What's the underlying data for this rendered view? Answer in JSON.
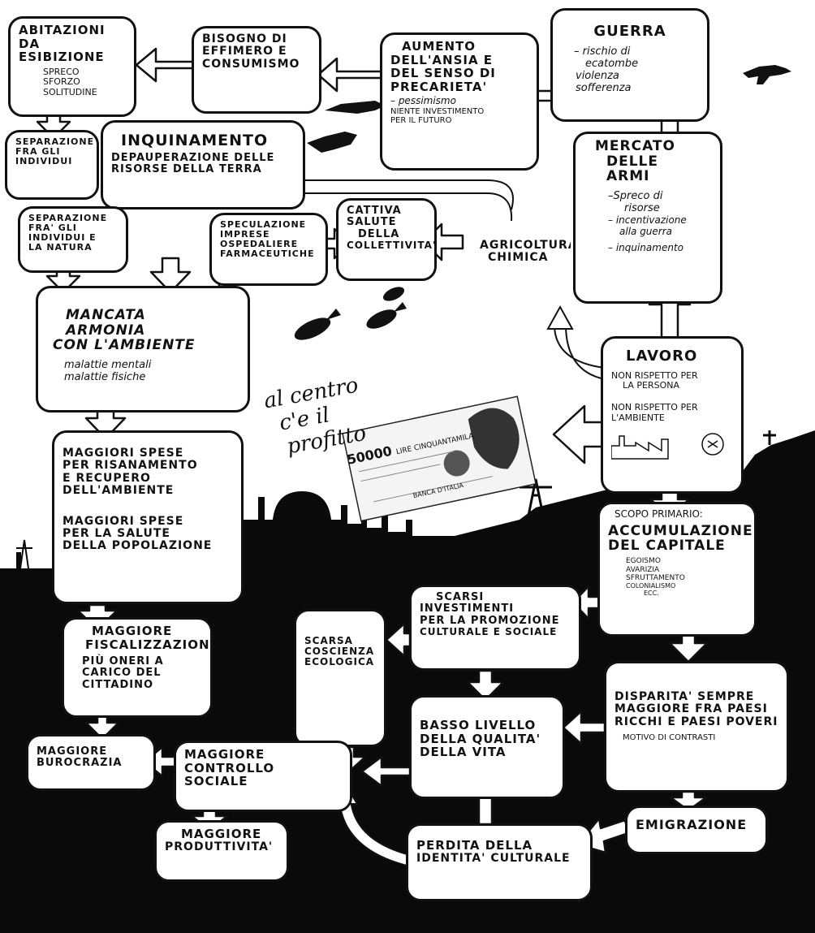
{
  "boxes": {
    "abitazioni": {
      "title_1": "ABITAZIONI DA",
      "title_2": "ESIBIZIONE",
      "items": [
        "SPRECO",
        "SFORZO",
        "SOLITUDINE"
      ]
    },
    "bisogno": {
      "title_1": "BISOGNO DI",
      "title_2": "EFFIMERO E",
      "title_3": "CONSUMISMO"
    },
    "ansia": {
      "title_1": "AUMENTO",
      "title_2": "DELL'ANSIA E",
      "title_3": "DEL SENSO DI",
      "title_4": "PRECARIETA'",
      "item_1": "– pessimismo",
      "item_2": "NIENTE INVESTIMENTO",
      "item_3": "PER IL FUTURO"
    },
    "guerra": {
      "title": "GUERRA",
      "item_1": "– rischio di",
      "item_2": "ecatombe",
      "item_3": "violenza",
      "item_4": "sofferenza"
    },
    "separazione_individui": {
      "line_1": "SEPARAZIONE",
      "line_2": "FRA GLI",
      "line_3": "INDIVIDUI"
    },
    "inquinamento": {
      "title": "INQUINAMENTO",
      "line_1": "DEPAUPERAZIONE DELLE",
      "line_2": "RISORSE DELLA TERRA"
    },
    "mercato": {
      "title_1": "MERCATO",
      "title_2": "DELLE",
      "title_3": "ARMI",
      "items": [
        "–Spreco di",
        "risorse",
        "– incentivazione",
        "alla guerra",
        "– inquinamento"
      ]
    },
    "separazione_natura": {
      "line_1": "SEPARAZIONE",
      "line_2": "FRA' GLI",
      "line_3": "INDIVIDUI E",
      "line_4": "LA NATURA"
    },
    "speculazione": {
      "line_1": "SPECULAZIONE",
      "line_2": "IMPRESE",
      "line_3": "OSPEDALIERE",
      "line_4": "FARMACEUTICHE"
    },
    "cattiva_salute": {
      "line_1": "CATTIVA",
      "line_2": "SALUTE",
      "line_3": "DELLA",
      "line_4": "COLLETTIVITA'"
    },
    "agricoltura": {
      "line_1": "AGRICOLTURA",
      "line_2": "CHIMICA"
    },
    "mancata_armonia": {
      "line_1": "MANCATA",
      "line_2": "ARMONIA",
      "line_3": "CON L'AMBIENTE",
      "item_1": "malattie mentali",
      "item_2": "malattie fisiche"
    },
    "lavoro": {
      "title": "LAVORO",
      "line_1": "NON RISPETTO PER",
      "line_2": "LA PERSONA",
      "line_3": "NON RISPETTO PER",
      "line_4": "L'AMBIENTE"
    },
    "maggiori_spese": {
      "line_1": "MAGGIORI SPESE",
      "line_2": "PER RISANAMENTO",
      "line_3": "E RECUPERO",
      "line_4": "DELL'AMBIENTE",
      "line_5": "MAGGIORI SPESE",
      "line_6": "PER LA SALUTE",
      "line_7": "DELLA POPOLAZIONE"
    },
    "scopo": {
      "line_1": "SCOPO PRIMARIO:",
      "line_2": "ACCUMULAZIONE",
      "line_3": "DEL CAPITALE",
      "items": [
        "EGOISMO",
        "AVARIZIA",
        "SFRUTTAMENTO",
        "COLONIALISMO",
        "ECC."
      ]
    },
    "scarsi": {
      "line_1": "SCARSI",
      "line_2": "INVESTIMENTI",
      "line_3": "PER LA PROMOZIONE",
      "line_4": "CULTURALE E SOCIALE"
    },
    "scarsa": {
      "line_1": "SCARSA",
      "line_2": "COSCIENZA",
      "line_3": "ECOLOGICA"
    },
    "fiscalizzazione": {
      "line_1": "MAGGIORE",
      "line_2": "FISCALIZZAZIONE",
      "line_3": "PIÙ ONERI A",
      "line_4": "CARICO DEL",
      "line_5": "CITTADINO"
    },
    "disparita": {
      "line_1": "DISPARITA' SEMPRE",
      "line_2": "MAGGIORE FRA PAESI",
      "line_3": "RICCHI E PAESI POVERI",
      "line_4": "MOTIVO DI CONTRASTI"
    },
    "basso": {
      "line_1": "BASSO LIVELLO",
      "line_2": "DELLA QUALITA'",
      "line_3": "DELLA VITA"
    },
    "burocrazia": {
      "line_1": "MAGGIORE",
      "line_2": "BUROCRAZIA"
    },
    "controllo": {
      "line_1": "MAGGIORE",
      "line_2": "CONTROLLO",
      "line_3": "SOCIALE"
    },
    "emigrazione": {
      "title": "EMIGRAZIONE"
    },
    "produttivita": {
      "line_1": "MAGGIORE",
      "line_2": "PRODUTTIVITA'"
    },
    "perdita": {
      "line_1": "PERDITA DELLA",
      "line_2": "IDENTITA' CULTURALE"
    }
  },
  "center_text": {
    "line_1": "al centro",
    "line_2": "c'e il",
    "line_3": "profitto"
  },
  "banknote": {
    "amount": "50000",
    "text": "LIRE CINQUANTAMILA",
    "bank": "BANCA D'ITALIA"
  }
}
